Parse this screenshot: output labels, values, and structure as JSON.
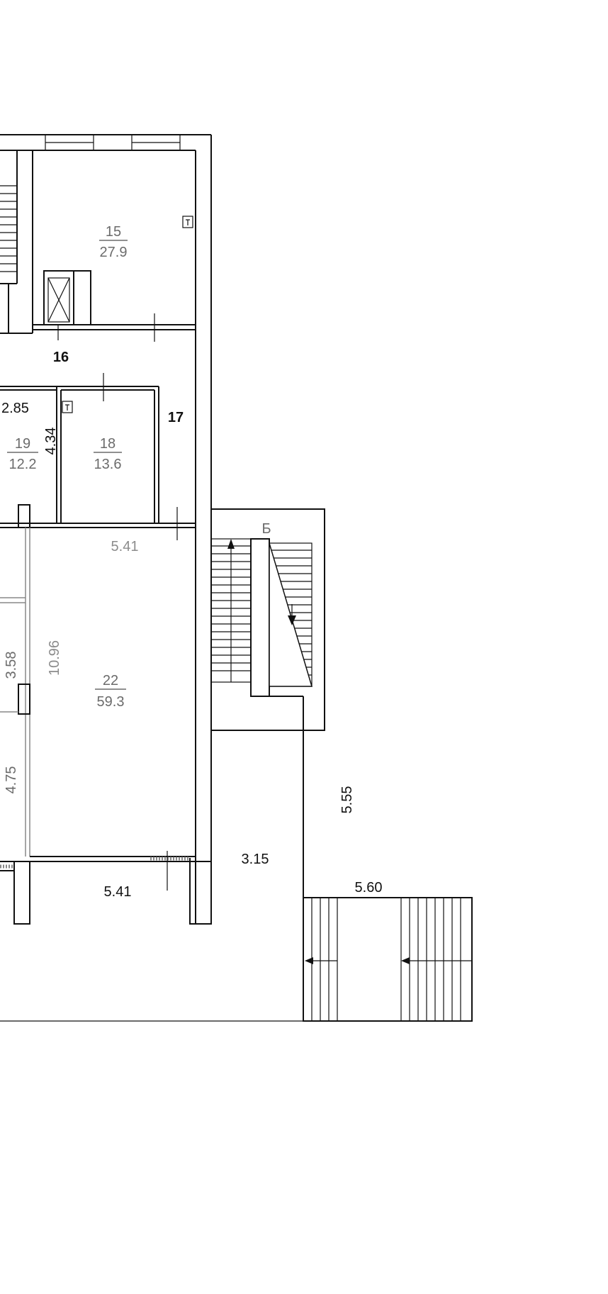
{
  "rooms": [
    {
      "id": "room-15",
      "number": "15",
      "area": "27.9"
    },
    {
      "id": "room-19",
      "number": "19",
      "area": "12.2"
    },
    {
      "id": "room-18",
      "number": "18",
      "area": "13.6"
    },
    {
      "id": "room-22",
      "number": "22",
      "area": "59.3"
    }
  ],
  "labels": {
    "corridor_16": "16",
    "corridor_17": "17",
    "stair_b": "Б"
  },
  "dimensions": {
    "d_2_85": "2.85",
    "d_4_34": "4.34",
    "d_5_41_top": "5.41",
    "d_10_96": "10.96",
    "d_3_58": "3.58",
    "d_4_75": "4.75",
    "d_5_41_bottom": "5.41",
    "d_3_15": "3.15",
    "d_5_55": "5.55",
    "d_5_60": "5.60"
  }
}
